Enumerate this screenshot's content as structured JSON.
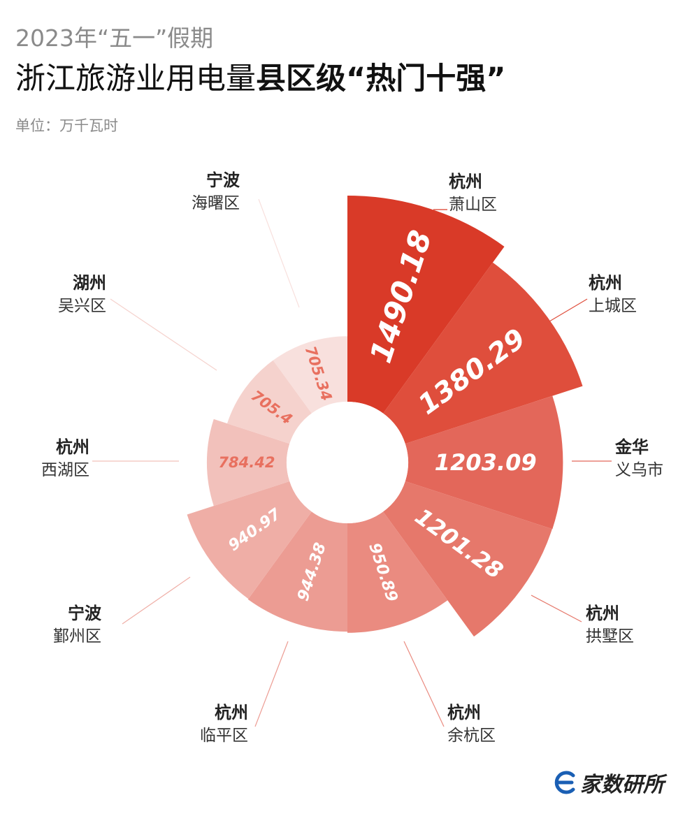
{
  "header": {
    "subtitle": "2023年“五一”假期",
    "title_part1": "浙江旅游业用电量",
    "title_part2": "县区级“热门十强”",
    "unit": "单位：万千瓦时"
  },
  "brand": {
    "name": "家数研所",
    "logo_icon": "e-logo-icon"
  },
  "colors": {
    "accent": "#d93a28",
    "text_dark": "#111111",
    "text_gray": "#8a8a8a"
  },
  "chart_data": {
    "type": "pie",
    "variant": "rose-nightingale",
    "title": "浙江旅游业用电量县区级“热门十强”",
    "unit": "万千瓦时",
    "categories": [
      {
        "city": "杭州",
        "district": "萧山区",
        "value": 1490.18,
        "label": "1490.18",
        "color": "#d93a28"
      },
      {
        "city": "杭州",
        "district": "上城区",
        "value": 1380.29,
        "label": "1380.29",
        "color": "#df4e3c"
      },
      {
        "city": "金华",
        "district": "义乌市",
        "value": 1203.09,
        "label": "1203.09",
        "color": "#e3675a"
      },
      {
        "city": "杭州",
        "district": "拱墅区",
        "value": 1201.28,
        "label": "1201.28",
        "color": "#e6786b"
      },
      {
        "city": "杭州",
        "district": "余杭区",
        "value": 950.89,
        "label": "950.89",
        "color": "#ea8b80"
      },
      {
        "city": "杭州",
        "district": "临平区",
        "value": 944.38,
        "label": "944.38",
        "color": "#ec9c93"
      },
      {
        "city": "宁波",
        "district": "鄞州区",
        "value": 940.97,
        "label": "940.97",
        "color": "#efaea6"
      },
      {
        "city": "杭州",
        "district": "西湖区",
        "value": 784.42,
        "label": "784.42",
        "color": "#f2c1bb"
      },
      {
        "city": "湖州",
        "district": "吴兴区",
        "value": 705.4,
        "label": "705.4",
        "color": "#f5d2cd"
      },
      {
        "city": "宁波",
        "district": "海曙区",
        "value": 705.34,
        "label": "705.34",
        "color": "#f8e0dd"
      }
    ]
  }
}
